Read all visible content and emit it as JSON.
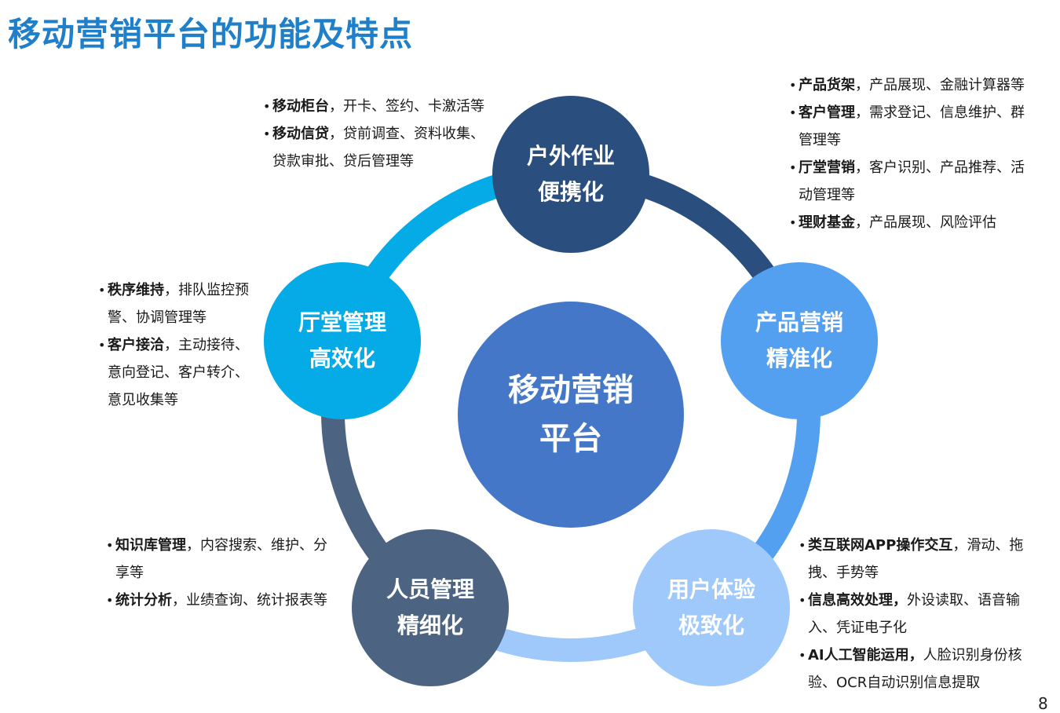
{
  "title": "移动营销平台的功能及特点",
  "colors": {
    "title": "#1f7fc9",
    "center": "#4477c8",
    "top": "#2a4e7d",
    "right": "#54a0f0",
    "bottom_right": "#9ec9fa",
    "bottom_left": "#4c6482",
    "left": "#04abe6"
  },
  "center": {
    "line1": "移动营销",
    "line2": "平台"
  },
  "nodes": {
    "top": {
      "line1": "户外作业",
      "line2": "便携化"
    },
    "right": {
      "line1": "产品营销",
      "line2": "精准化"
    },
    "bottom_right": {
      "line1": "用户体验",
      "line2": "极致化"
    },
    "bottom_left": {
      "line1": "人员管理",
      "line2": "精细化"
    },
    "left": {
      "line1": "厅堂管理",
      "line2": "高效化"
    }
  },
  "texts": {
    "top": [
      {
        "bold": "移动柜台",
        "rest": "，开卡、签约、卡激活等"
      },
      {
        "bold": "移动信贷",
        "rest": "，贷前调查、资料收集、",
        "cont": "贷款审批、贷后管理等"
      }
    ],
    "right": [
      {
        "bold": "产品货架",
        "rest": "，产品展现、金融计算器等"
      },
      {
        "bold": "客户管理",
        "rest": "，需求登记、信息维护、群",
        "cont": "管理等"
      },
      {
        "bold": "厅堂营销",
        "rest": "，客户识别、产品推荐、活",
        "cont": "动管理等"
      },
      {
        "bold": "理财基金",
        "rest": "，产品展现、风险评估"
      }
    ],
    "left": [
      {
        "bold": "秩序维持",
        "rest": "，排队监控预",
        "cont": "警、协调管理等"
      },
      {
        "bold": "客户接洽",
        "rest": "，主动接待、",
        "cont": "意向登记、客户转介、",
        "cont2": "意见收集等"
      }
    ],
    "bottom_left": [
      {
        "bold": "知识库管理",
        "rest": "，内容搜索、维护、分",
        "cont": "享等"
      },
      {
        "bold": "统计分析",
        "rest": "，业绩查询、统计报表等"
      }
    ],
    "bottom_right": [
      {
        "bold": "类互联网APP操作交互",
        "rest": "，滑动、拖",
        "cont": "拽、手势等"
      },
      {
        "bold": "信息高效处理，",
        "rest": "外设读取、语音输",
        "cont": "入、凭证电子化"
      },
      {
        "bold": "AI人工智能运用，",
        "rest": "人脸识别身份核",
        "cont": "验、OCR自动识别信息提取"
      }
    ]
  },
  "page_number": "8"
}
